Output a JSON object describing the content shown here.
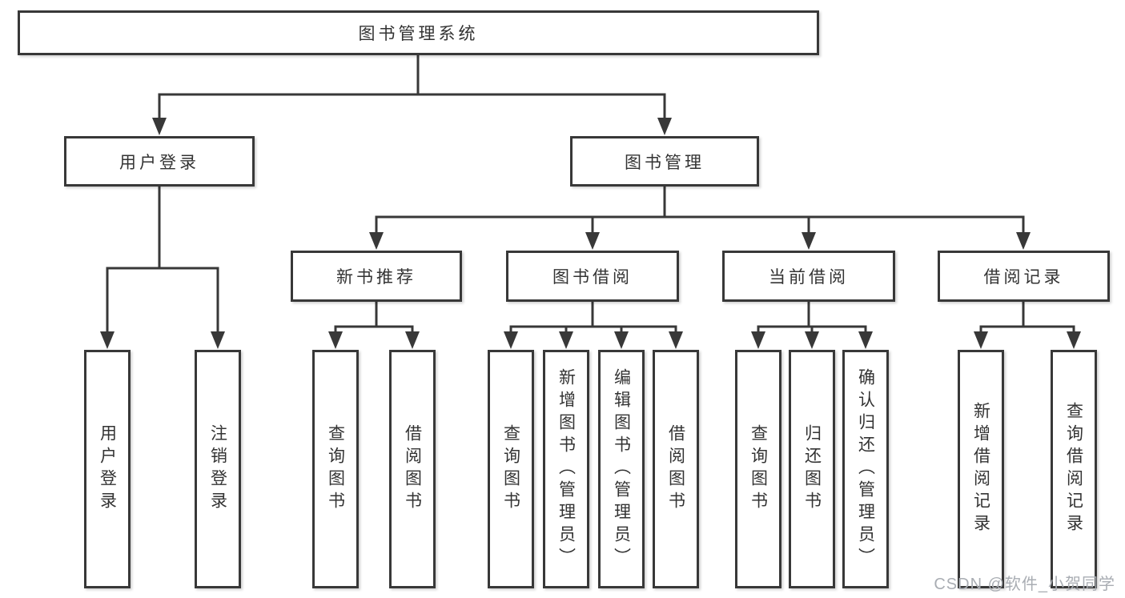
{
  "diagram": {
    "root": {
      "label": "图书管理系统"
    },
    "branches": [
      {
        "label": "用户登录",
        "children": [
          {
            "label": "用户登录"
          },
          {
            "label": "注销登录"
          }
        ]
      },
      {
        "label": "图书管理",
        "children": [
          {
            "label": "新书推荐",
            "children": [
              {
                "label": "查询图书"
              },
              {
                "label": "借阅图书"
              }
            ]
          },
          {
            "label": "图书借阅",
            "children": [
              {
                "label": "查询图书"
              },
              {
                "label": "新增图书（管理员）"
              },
              {
                "label": "编辑图书（管理员）"
              },
              {
                "label": "借阅图书"
              }
            ]
          },
          {
            "label": "当前借阅",
            "children": [
              {
                "label": "查询图书"
              },
              {
                "label": "归还图书"
              },
              {
                "label": "确认归还（管理员）"
              }
            ]
          },
          {
            "label": "借阅记录",
            "children": [
              {
                "label": "新增借阅记录"
              },
              {
                "label": "查询借阅记录"
              }
            ]
          }
        ]
      }
    ]
  },
  "watermark": {
    "text": "CSDN @软件_小贺同学"
  },
  "colors": {
    "line": "#383838",
    "box_border": "#383838",
    "box_background": "#ffffff",
    "text": "#333333",
    "watermark": "#a9adb3"
  }
}
